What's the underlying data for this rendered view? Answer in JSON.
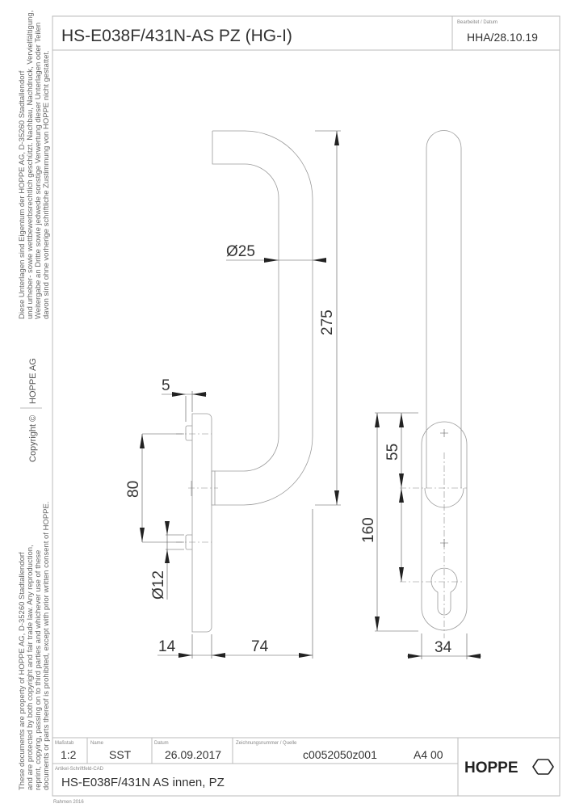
{
  "header": {
    "title": "HS-E038F/431N-AS PZ (HG-I)",
    "edited_label": "Bearbeitet  / Datum",
    "edited_value": "HHA/28.10.19"
  },
  "side_text": {
    "german": [
      "Diese Unterlagen sind Eigentum der  HOPPE AG, D-35260 Stadtallendorf",
      "und urheber- sowie wettbewerbsrechtlich geschützt. Nachbau, Nachdruck, Vervielfältigung,",
      "Weitergabe an Dritte sowie jedwede sonstige Verwertung dieser Unterlagen oder Teilen",
      "davon sind ohne vorherige schriftliche Zustimmung von HOPPE nicht gestattet."
    ],
    "company": "HOPPE  AG",
    "copyright": "Copyright ©",
    "english": [
      "These documents are property of HOPPE AG, D-35260 Stadtallendorf",
      "and are protected by both copyright and fair trade law. Any reproduction,",
      "reprint, copying, passing on to third parties and whichever use of these",
      "documents or parts thereof is prohibited, except with prior written consent of HOPPE."
    ]
  },
  "dimensions": {
    "d_handle": "Ø25",
    "length": "275",
    "offset": "5",
    "spacing": "80",
    "d_stud": "Ø12",
    "rose_thickness": "14",
    "projection": "74",
    "rose_height": "160",
    "to_center": "55",
    "rose_width": "34"
  },
  "title_block": {
    "scale_label": "Maßstab",
    "scale": "1:2",
    "name_label": "Name",
    "name": "SST",
    "date_label": "Datum",
    "date": "26.09.2017",
    "drawing_label": "Zeichnungsnummer / Quelle",
    "drawing_no": "c0052050z001",
    "format": "A4 00",
    "article_label": "Artikel-Schriftfeld-CAD",
    "article": "HS-E038F/431N AS  innen, PZ",
    "logo": "HOPPE",
    "frame_note": "Rahmen 2016"
  }
}
